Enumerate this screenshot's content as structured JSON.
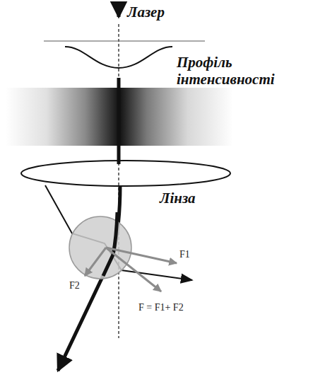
{
  "diagram": {
    "labels": [
      "Лазер",
      "Профіль інтенсивності",
      "Лінза",
      "F1",
      "F2",
      "F = F1+ F2"
    ]
  }
}
